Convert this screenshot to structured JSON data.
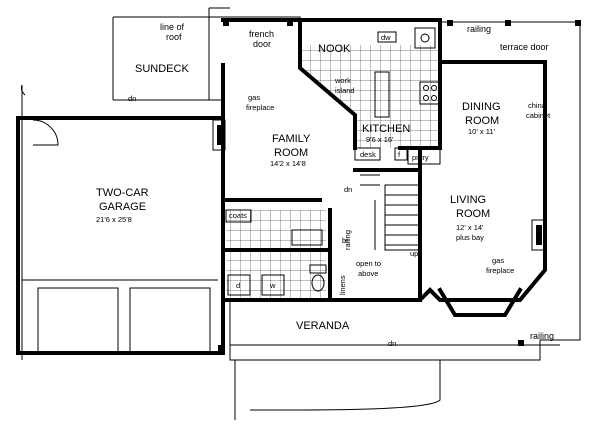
{
  "plan": {
    "rooms": {
      "sundeck": "SUNDECK",
      "nook": "NOOK",
      "kitchen": "KITCHEN",
      "kitchen_size": "9'6 x 16'",
      "dining": "DINING",
      "dining_room": "ROOM",
      "dining_size": "10' x 11'",
      "family": "FAMILY",
      "family_room": "ROOM",
      "family_size": "14'2 x 14'8",
      "living": "LIVING",
      "living_room": "ROOM",
      "living_size": "12' x 14'",
      "living_bay": "plus bay",
      "garage": "TWO-CAR",
      "garage_2": "GARAGE",
      "garage_size": "21'6 x 25'8",
      "veranda": "VERANDA"
    },
    "labels": {
      "line_of_roof_1": "line of",
      "line_of_roof_2": "roof",
      "french_door_1": "french",
      "french_door_2": "door",
      "railing_top": "railing",
      "terrace_door": "terrace door",
      "work_island_1": "work",
      "work_island_2": "island",
      "dw": "dw",
      "china_cabinet_1": "china",
      "china_cabinet_2": "cabinet",
      "gas_fireplace_left_1": "gas",
      "gas_fireplace_left_2": "fireplace",
      "gas_fireplace_right_1": "gas",
      "gas_fireplace_right_2": "fireplace",
      "desk": "desk",
      "fridge": "f",
      "pantry": "pntry",
      "dn_sundeck": "dn",
      "dn_stair": "dn",
      "dn_veranda": "dn",
      "up": "up",
      "railing_stair": "railing",
      "coats": "coats",
      "br": "br",
      "linens": "linens",
      "open_to_above_1": "open to",
      "open_to_above_2": "above",
      "dryer": "d",
      "washer": "w",
      "railing_bottom": "railing"
    }
  }
}
